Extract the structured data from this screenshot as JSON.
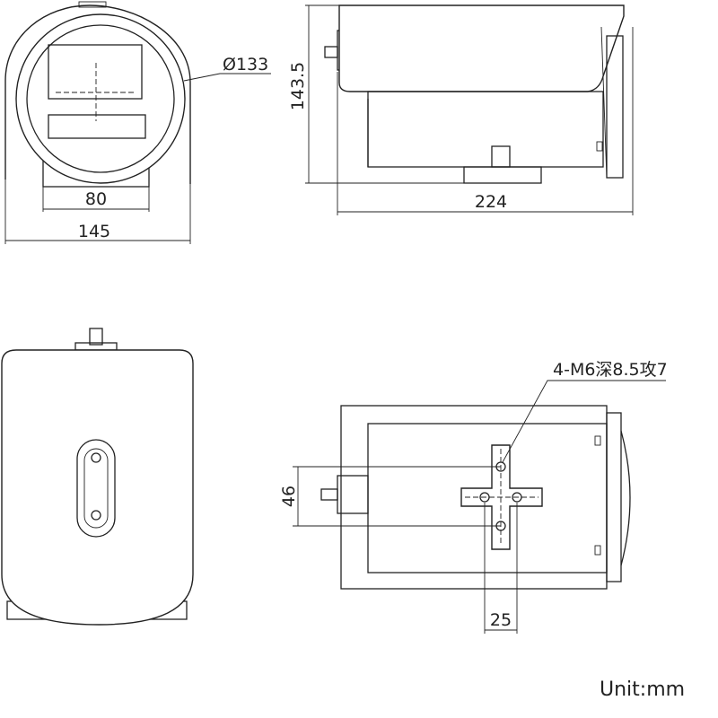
{
  "dimensions": {
    "lens_diameter": "Ø133",
    "front_height": "143.5",
    "mount_width": "80",
    "overall_width": "145",
    "overall_length": "224",
    "hole_spacing_vertical": "46",
    "hole_spacing_horizontal": "25"
  },
  "callouts": {
    "mounting_holes": "4-M6深8.5攻7"
  },
  "units": "Unit:mm"
}
